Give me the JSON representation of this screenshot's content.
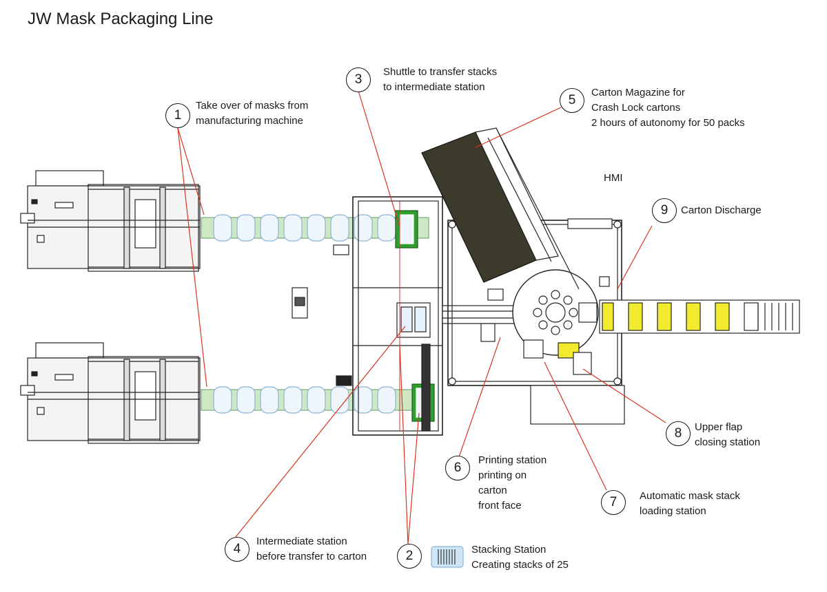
{
  "title": "JW Mask Packaging Line",
  "callouts": [
    {
      "number": "1",
      "lines": [
        "Take over of masks from",
        "manufacturing machine"
      ]
    },
    {
      "number": "2",
      "lines": [
        "Stacking Station",
        "Creating stacks of 25"
      ]
    },
    {
      "number": "3",
      "lines": [
        "Shuttle to transfer stacks",
        "to intermediate station"
      ]
    },
    {
      "number": "4",
      "lines": [
        "Intermediate station",
        "before transfer to carton"
      ]
    },
    {
      "number": "5",
      "lines": [
        "Carton Magazine for",
        "Crash Lock cartons",
        "2 hours of autonomy for 50 packs"
      ]
    },
    {
      "number": "6",
      "lines": [
        "Printing station",
        "printing on",
        "carton",
        "front face"
      ]
    },
    {
      "number": "7",
      "lines": [
        "Automatic mask stack",
        "loading station"
      ]
    },
    {
      "number": "8",
      "lines": [
        "Upper flap",
        "closing station"
      ]
    },
    {
      "number": "9",
      "lines": [
        "Carton Discharge"
      ]
    }
  ],
  "labels": {
    "hmi": "HMI"
  },
  "colors": {
    "leader": "#d9331f",
    "mask_conveyor": "#cfe8c4",
    "shuttle": "#2e9e2e",
    "carton": "#f2ea2e",
    "magazine": "#3c3a2a"
  }
}
